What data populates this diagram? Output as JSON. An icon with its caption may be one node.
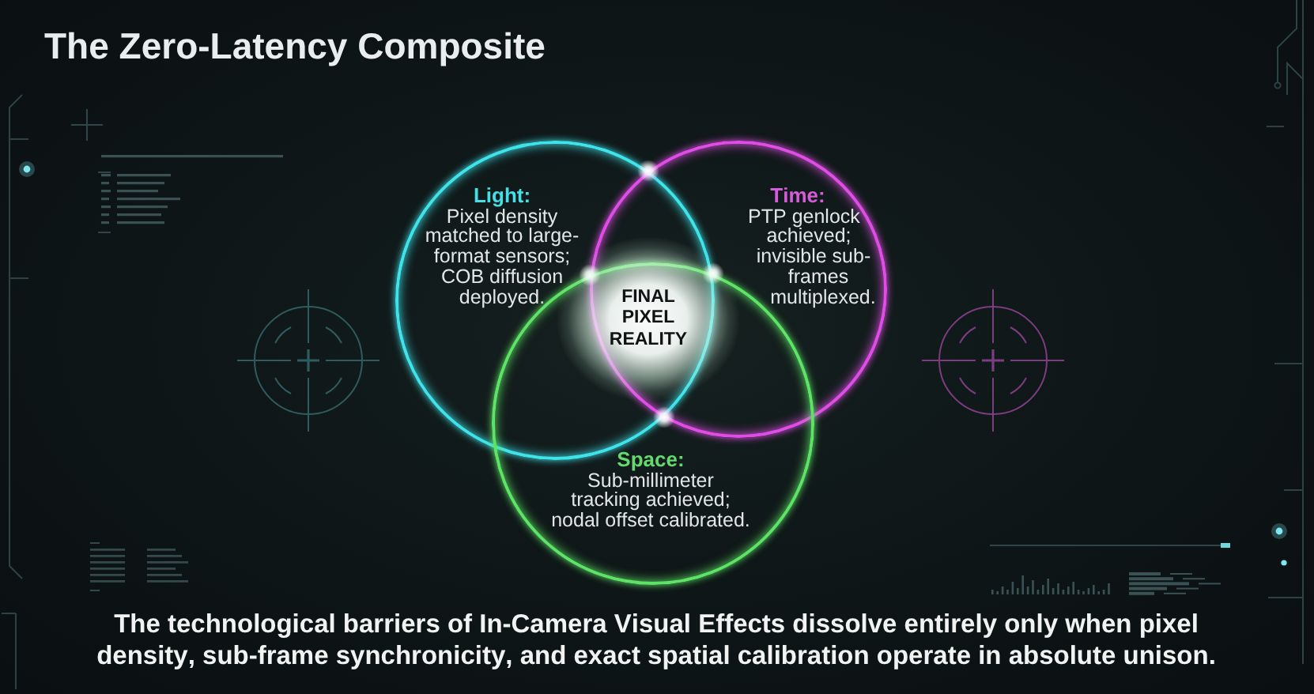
{
  "diagram": {
    "title": "The Zero-Latency Composite",
    "caption": "The technological barriers of In-Camera Visual Effects dissolve entirely only when pixel density, sub-frame synchronicity, and exact spatial calibration operate in absolute unison.",
    "nodes": [
      {
        "text": [
          "Light:",
          "Pixel density matched to large-format sensors; COB diffusion deployed."
        ]
      },
      {
        "text": [
          "Time:",
          "PTP genlock achieved; invisible sub-frames multiplexed."
        ]
      },
      {
        "text": [
          "FINAL PIXEL REALITY"
        ]
      },
      {
        "text": [
          "Space:",
          "Sub-millimeter tracking achieved; nodal offset calibrated."
        ]
      }
    ]
  }
}
